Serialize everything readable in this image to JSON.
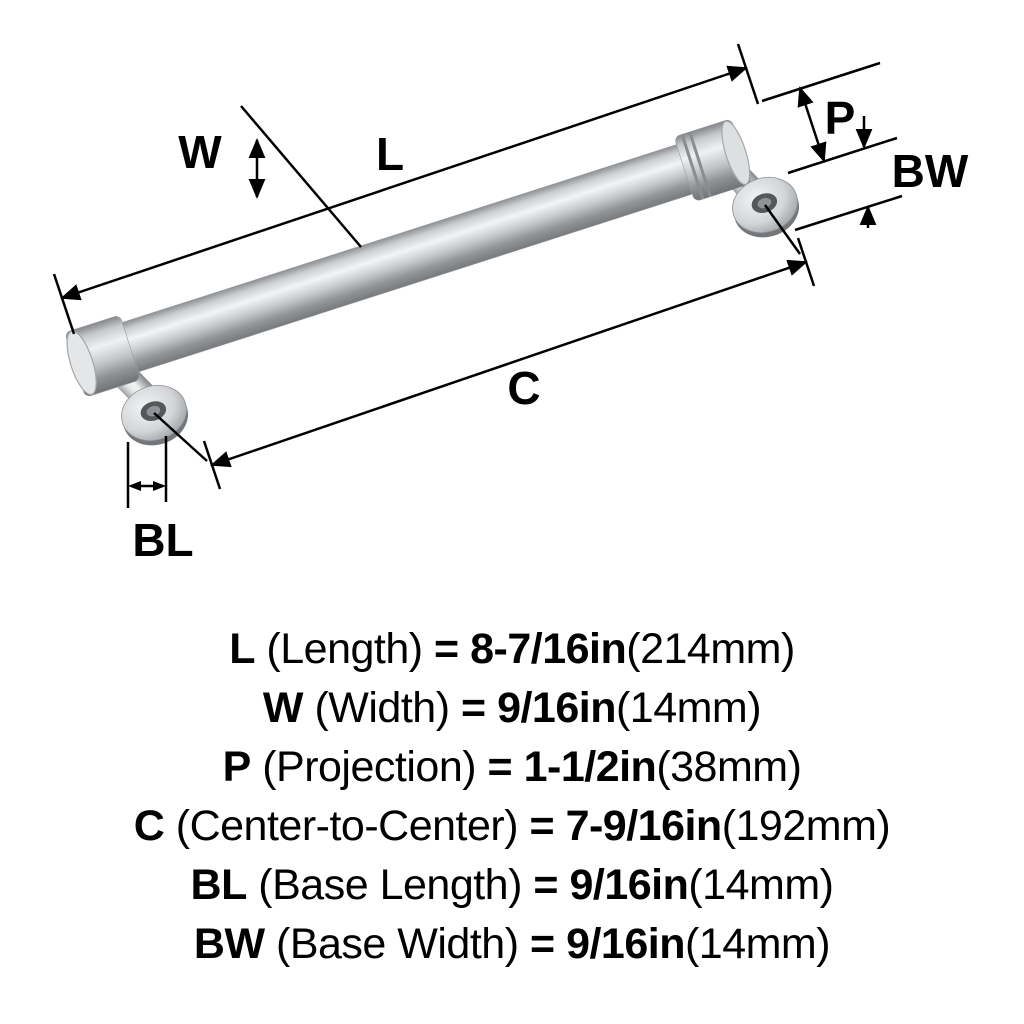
{
  "colors": {
    "background": "#ffffff",
    "line": "#000000",
    "metal_highlight": "#f3f4f5",
    "metal_mid": "#c8cacc",
    "metal_shadow": "#777a7d"
  },
  "diagram": {
    "dim_labels": {
      "L": "L",
      "W": "W",
      "P": "P",
      "C": "C",
      "BL": "BL",
      "BW": "BW"
    }
  },
  "legend": {
    "rows": [
      {
        "label": "L",
        "name": "(Length)",
        "eq": "=",
        "value": "8-7/16in",
        "metric": "(214mm)"
      },
      {
        "label": "W",
        "name": "(Width)",
        "eq": "=",
        "value": "9/16in",
        "metric": "(14mm)"
      },
      {
        "label": "P",
        "name": "(Projection)",
        "eq": "=",
        "value": "1-1/2in",
        "metric": "(38mm)"
      },
      {
        "label": "C",
        "name": "(Center-to-Center)",
        "eq": "=",
        "value": "7-9/16in",
        "metric": "(192mm)"
      },
      {
        "label": "BL",
        "name": "(Base Length)",
        "eq": "=",
        "value": "9/16in",
        "metric": "(14mm)"
      },
      {
        "label": "BW",
        "name": "(Base Width)",
        "eq": "=",
        "value": "9/16in",
        "metric": "(14mm)"
      }
    ]
  }
}
